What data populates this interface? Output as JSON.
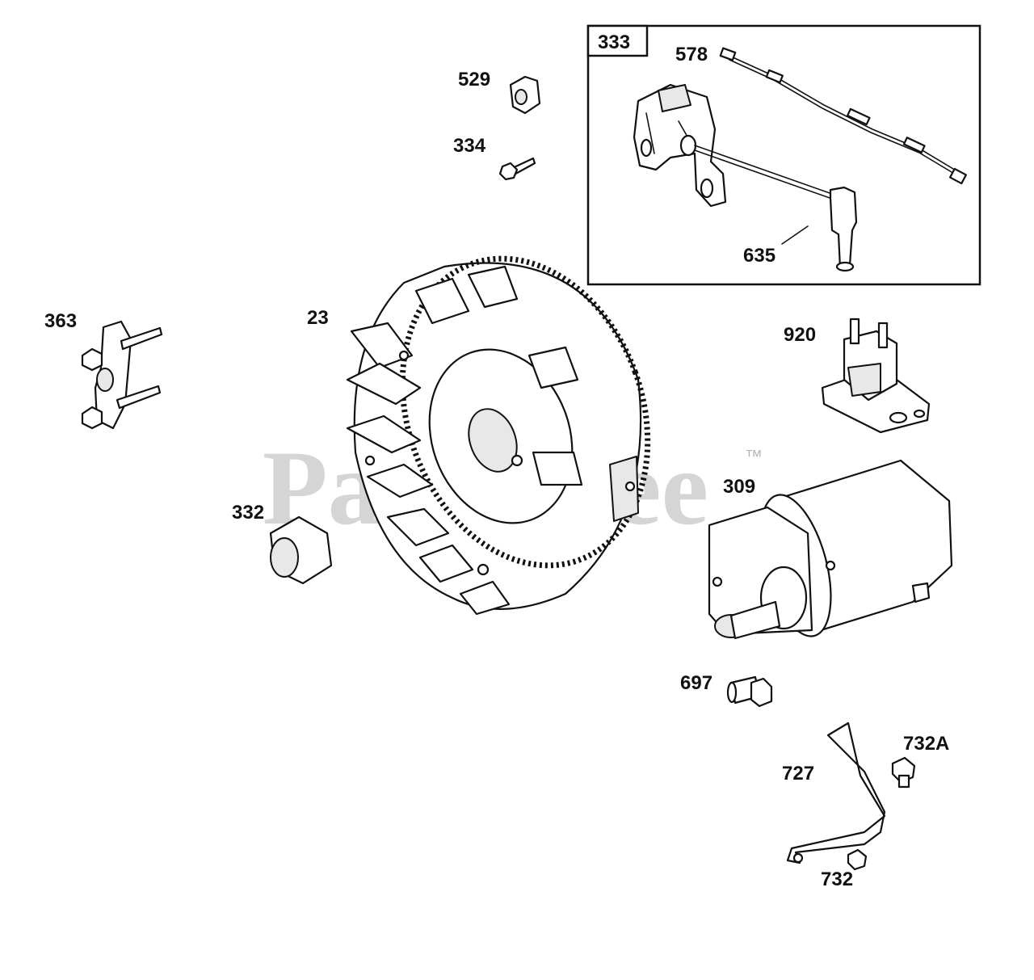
{
  "watermark": {
    "brand": "PartsTree",
    "trademark": "™"
  },
  "kit_box": {
    "label": "333"
  },
  "parts": [
    {
      "id": "p578",
      "label": "578",
      "name": "ground wire"
    },
    {
      "id": "p529",
      "label": "529",
      "name": "grommet"
    },
    {
      "id": "p334",
      "label": "334",
      "name": "screw"
    },
    {
      "id": "p635",
      "label": "635",
      "name": "spark plug boot"
    },
    {
      "id": "p363",
      "label": "363",
      "name": "mounting bracket with studs"
    },
    {
      "id": "p23",
      "label": "23",
      "name": "flywheel"
    },
    {
      "id": "p920",
      "label": "920",
      "name": "starter solenoid"
    },
    {
      "id": "p309",
      "label": "309",
      "name": "electric starter motor"
    },
    {
      "id": "p332",
      "label": "332",
      "name": "flange nut"
    },
    {
      "id": "p697",
      "label": "697",
      "name": "bolt"
    },
    {
      "id": "p732A",
      "label": "732A",
      "name": "screw"
    },
    {
      "id": "p727",
      "label": "727",
      "name": "bracket"
    },
    {
      "id": "p732",
      "label": "732",
      "name": "screw"
    }
  ]
}
